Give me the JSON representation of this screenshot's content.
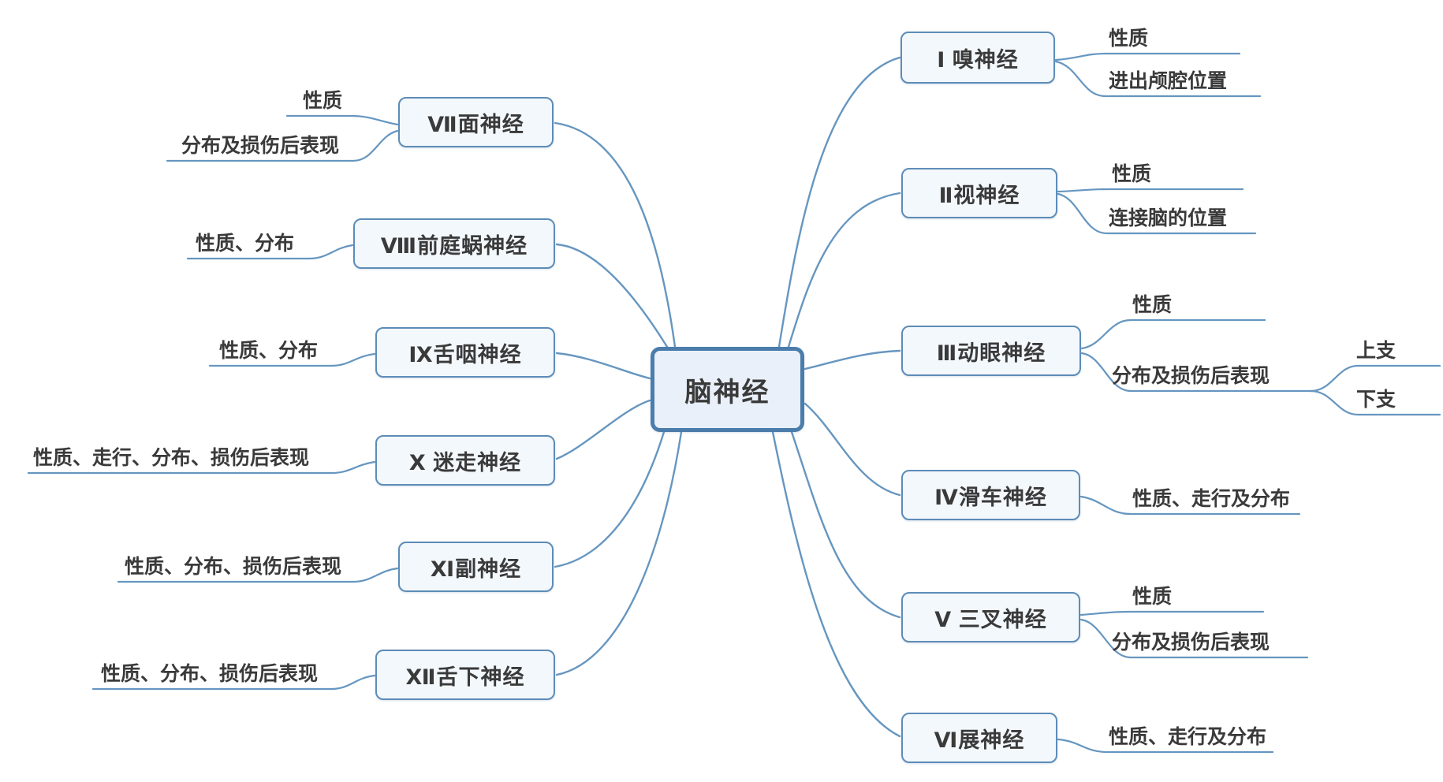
{
  "diagram": {
    "root": {
      "label": "脑神经"
    },
    "right": [
      {
        "label": "Ⅰ 嗅神经",
        "children": [
          {
            "label": "性质"
          },
          {
            "label": "进出颅腔位置"
          }
        ]
      },
      {
        "label": "Ⅱ视神经",
        "children": [
          {
            "label": "性质"
          },
          {
            "label": "连接脑的位置"
          }
        ]
      },
      {
        "label": "Ⅲ动眼神经",
        "children": [
          {
            "label": "性质"
          },
          {
            "label": "分布及损伤后表现",
            "children": [
              {
                "label": "上支"
              },
              {
                "label": "下支"
              }
            ]
          }
        ]
      },
      {
        "label": "Ⅳ滑车神经",
        "children": [
          {
            "label": "性质、走行及分布"
          }
        ]
      },
      {
        "label": "Ⅴ 三叉神经",
        "children": [
          {
            "label": "性质"
          },
          {
            "label": "分布及损伤后表现"
          }
        ]
      },
      {
        "label": "Ⅵ展神经",
        "children": [
          {
            "label": "性质、走行及分布"
          }
        ]
      }
    ],
    "left": [
      {
        "label": "Ⅶ面神经",
        "children": [
          {
            "label": "性质"
          },
          {
            "label": "分布及损伤后表现"
          }
        ]
      },
      {
        "label": "Ⅷ前庭蜗神经",
        "children": [
          {
            "label": "性质、分布"
          }
        ]
      },
      {
        "label": "Ⅸ舌咽神经",
        "children": [
          {
            "label": "性质、分布"
          }
        ]
      },
      {
        "label": "Ⅹ 迷走神经",
        "children": [
          {
            "label": "性质、走行、分布、损伤后表现"
          }
        ]
      },
      {
        "label": "Ⅺ副神经",
        "children": [
          {
            "label": "性质、分布、损伤后表现"
          }
        ]
      },
      {
        "label": "Ⅻ舌下神经",
        "children": [
          {
            "label": "性质、分布、损伤后表现"
          }
        ]
      }
    ]
  },
  "colors": {
    "line": "#6696c0",
    "node_border": "#5d8cb8",
    "node_fill": "#f3f8fc",
    "central_border": "#4a7dab",
    "central_fill": "#e9f0f9",
    "text": "#3a3a3a"
  }
}
